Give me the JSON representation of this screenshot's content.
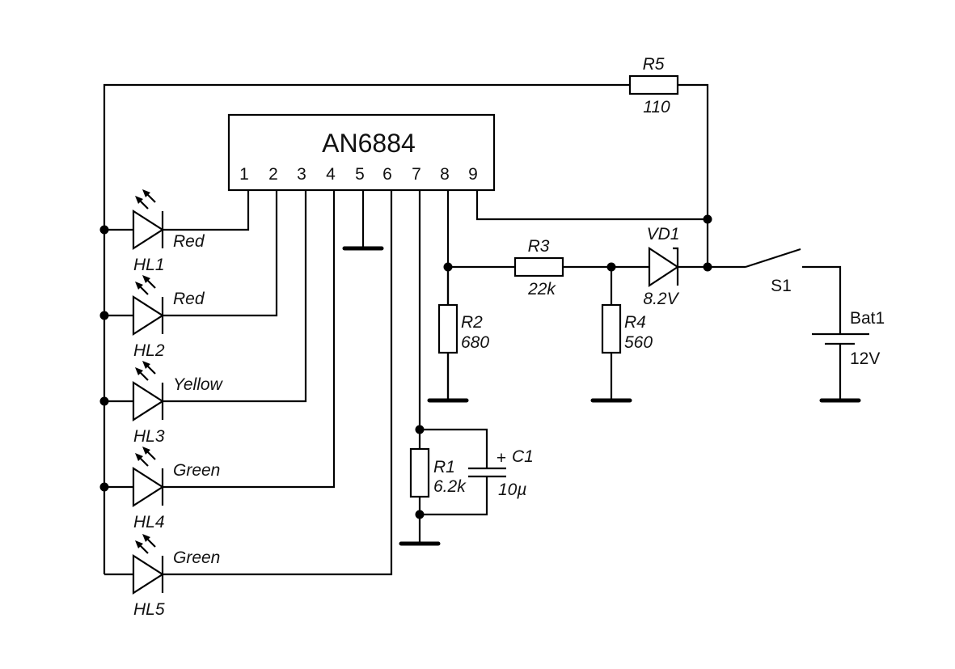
{
  "diagram": {
    "type": "circuit-schematic",
    "ic": {
      "name": "AN6884",
      "pins": [
        "1",
        "2",
        "3",
        "4",
        "5",
        "6",
        "7",
        "8",
        "9"
      ]
    },
    "leds": [
      {
        "ref": "HL1",
        "color": "Red",
        "pin": "1"
      },
      {
        "ref": "HL2",
        "color": "Red",
        "pin": "2"
      },
      {
        "ref": "HL3",
        "color": "Yellow",
        "pin": "3"
      },
      {
        "ref": "HL4",
        "color": "Green",
        "pin": "4"
      },
      {
        "ref": "HL5",
        "color": "Green",
        "pin": "6"
      }
    ],
    "resistors": {
      "R1": {
        "ref": "R1",
        "value": "6.2k"
      },
      "R2": {
        "ref": "R2",
        "value": "680"
      },
      "R3": {
        "ref": "R3",
        "value": "22k"
      },
      "R4": {
        "ref": "R4",
        "value": "560"
      },
      "R5": {
        "ref": "R5",
        "value": "110"
      }
    },
    "capacitor": {
      "ref": "C1",
      "value": "10µ",
      "polarity": "+"
    },
    "zener": {
      "ref": "VD1",
      "value": "8.2V"
    },
    "switch": {
      "ref": "S1"
    },
    "battery": {
      "ref": "Bat1",
      "value": "12V"
    }
  }
}
